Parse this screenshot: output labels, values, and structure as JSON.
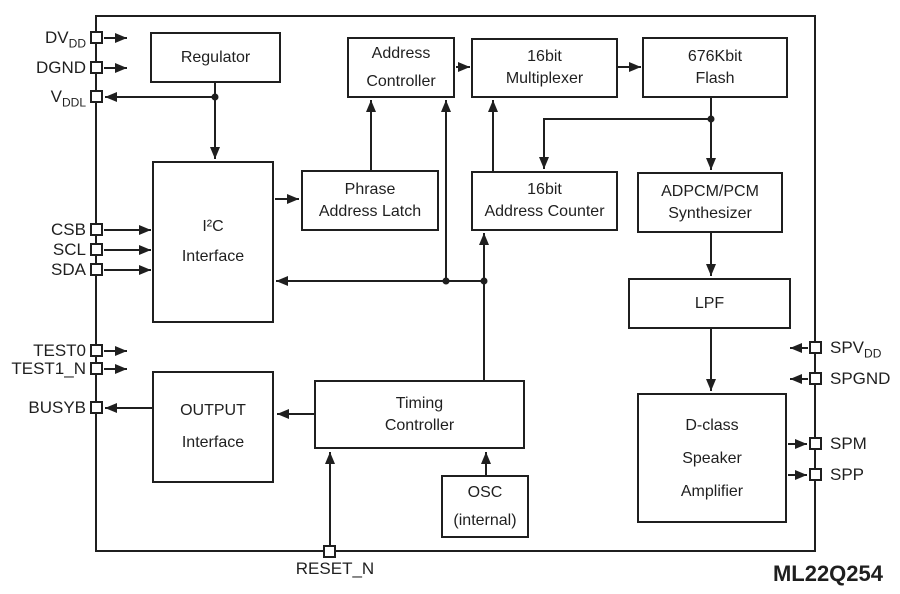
{
  "chip_label": "ML22Q254",
  "blocks": {
    "regulator": {
      "lines": [
        "Regulator"
      ]
    },
    "address_controller": {
      "lines": [
        "Address",
        "Controller"
      ]
    },
    "multiplexer": {
      "lines": [
        "16bit",
        "Multiplexer"
      ]
    },
    "flash": {
      "lines": [
        "676Kbit",
        "Flash"
      ]
    },
    "i2c": {
      "lines": [
        "I²C",
        "Interface"
      ]
    },
    "phrase_latch": {
      "lines": [
        "Phrase",
        "Address Latch"
      ]
    },
    "address_counter": {
      "lines": [
        "16bit",
        "Address Counter"
      ]
    },
    "synthesizer": {
      "lines": [
        "ADPCM/PCM",
        "Synthesizer"
      ]
    },
    "lpf": {
      "lines": [
        "LPF"
      ]
    },
    "output_interface": {
      "lines": [
        "OUTPUT",
        "Interface"
      ]
    },
    "timing_controller": {
      "lines": [
        "Timing",
        "Controller"
      ]
    },
    "osc": {
      "lines": [
        "OSC",
        "(internal)"
      ]
    },
    "dclass_amp": {
      "lines": [
        "D-class",
        "Speaker",
        "Amplifier"
      ]
    }
  },
  "pins": {
    "dvdd": {
      "main": "DV",
      "sub": "DD"
    },
    "dgnd": {
      "main": "DGND",
      "sub": ""
    },
    "vddl": {
      "main": "V",
      "sub": "DDL"
    },
    "csb": {
      "main": "CSB",
      "sub": ""
    },
    "scl": {
      "main": "SCL",
      "sub": ""
    },
    "sda": {
      "main": "SDA",
      "sub": ""
    },
    "test0": {
      "main": "TEST0",
      "sub": ""
    },
    "test1n": {
      "main": "TEST1_N",
      "sub": ""
    },
    "busyb": {
      "main": "BUSYB",
      "sub": ""
    },
    "spvdd": {
      "main": "SPV",
      "sub": "DD"
    },
    "spgnd": {
      "main": "SPGND",
      "sub": ""
    },
    "spm": {
      "main": "SPM",
      "sub": ""
    },
    "spp": {
      "main": "SPP",
      "sub": ""
    },
    "resetn": {
      "main": "RESET_N",
      "sub": ""
    }
  }
}
